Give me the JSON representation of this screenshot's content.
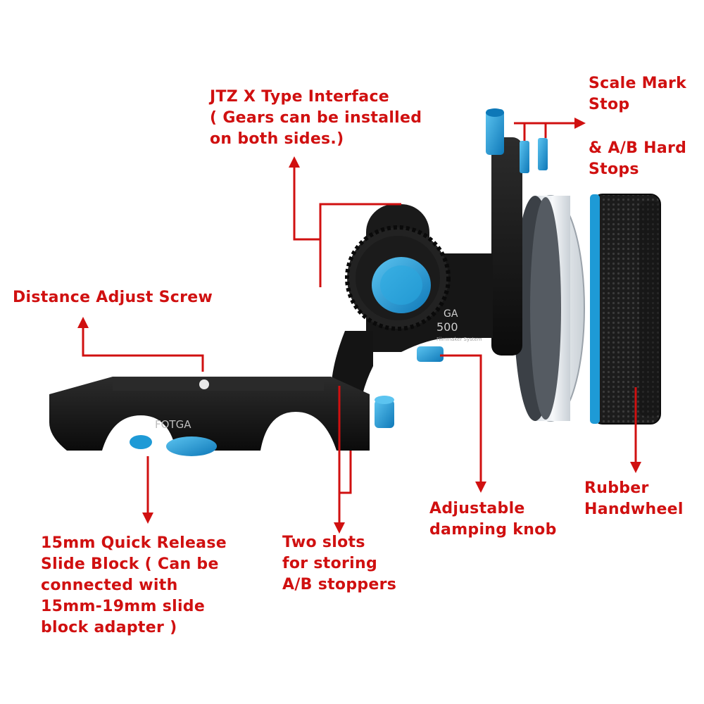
{
  "labels": {
    "interface": [
      "JTZ X Type Interface",
      "( Gears can be installed",
      "on both sides.)"
    ],
    "scale_mark": [
      "Scale Mark",
      "Stop"
    ],
    "ab_hard": [
      "& A/B Hard",
      "Stops"
    ],
    "distance": [
      "Distance Adjust Screw"
    ],
    "rubber": [
      "Rubber",
      "Handwheel"
    ],
    "damping": [
      "Adjustable",
      "damping knob"
    ],
    "slide_block": [
      "15mm Quick Release",
      "Slide Block ( Can be",
      "connected with",
      "15mm-19mm slide",
      "block adapter )"
    ],
    "two_slots": [
      "Two slots",
      "for storing",
      "A/B stoppers"
    ]
  },
  "device_text": {
    "brand": "FOTGA",
    "gear_text": "GA",
    "model": "500",
    "subtitle": "Filmmaker System"
  },
  "colors": {
    "label_red": "#d01010",
    "accent_blue": "#1e9ad6",
    "body_black": "#141414"
  }
}
